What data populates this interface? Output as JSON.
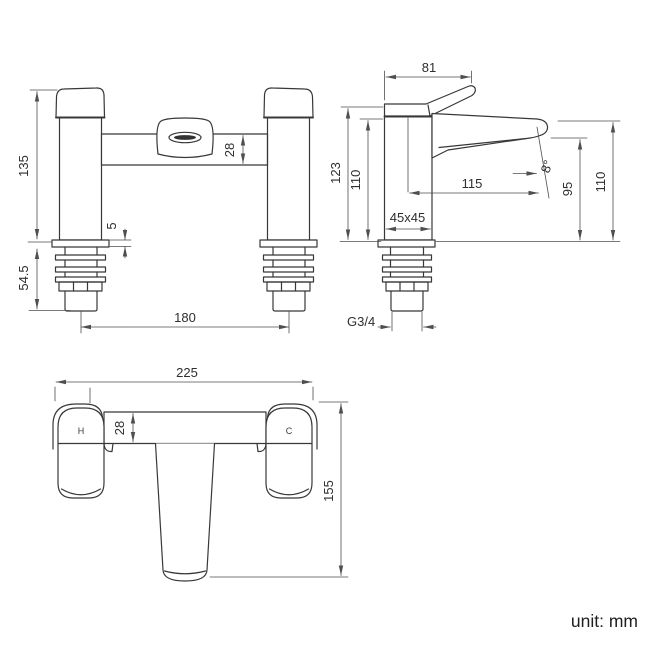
{
  "colors": {
    "background": "#ffffff",
    "part_line": "#383838",
    "dim_line": "#4f4f4f",
    "text": "#2e2e2e"
  },
  "front_view": {
    "dims": {
      "overall_height": "135",
      "tail_length": "54.5",
      "plate_thickness": "5",
      "crossbar_height": "28",
      "inlet_centres": "180"
    }
  },
  "side_view": {
    "dims": {
      "handle_length": "81",
      "overall_height": "123",
      "body_height": "110",
      "spout_reach": "115",
      "spout_angle": "8°",
      "outlet_height": "95",
      "spout_height": "110",
      "body_section": "45x45",
      "thread": "G3/4"
    }
  },
  "top_view": {
    "dims": {
      "overall_width": "225",
      "crossbar_depth": "28",
      "overall_depth": "155"
    },
    "labels": {
      "hot": "H",
      "cold": "C"
    }
  },
  "footer": {
    "unit_label": "unit: mm"
  }
}
